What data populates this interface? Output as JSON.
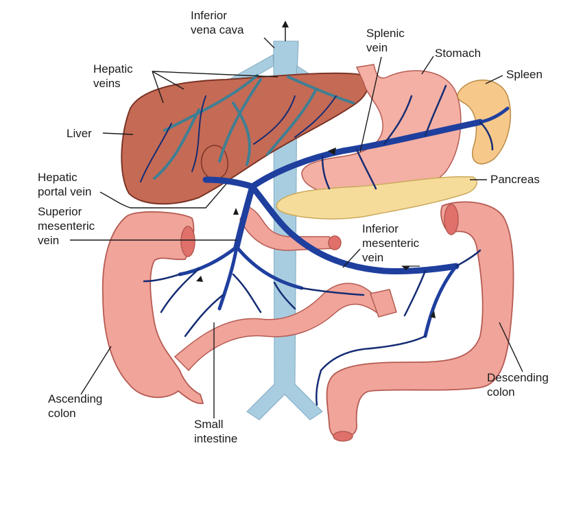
{
  "colors": {
    "portal_vein": "#1f3f9e",
    "portal_vein_dark": "#142c73",
    "vena_cava": "#a9cde0",
    "liver": "#c56a55",
    "liver_edge": "#7a3426",
    "hepatic_vein": "#3f7f93",
    "stomach": "#f4b0a4",
    "intestine": "#f0a49a",
    "intestine_edge": "#b55a52",
    "spleen": "#f6c88a",
    "pancreas": "#f6dc9a",
    "label_text": "#1a1a1a"
  },
  "icons": [
    "up-arrow-icon",
    "flow-arrow-icon"
  ],
  "labels": {
    "inferior_vena_cava": "Inferior\nvena cava",
    "splenic_vein": "Splenic\nvein",
    "stomach": "Stomach",
    "spleen": "Spleen",
    "hepatic_veins": "Hepatic\nveins",
    "liver": "Liver",
    "hepatic_portal_vein": "Hepatic\nportal vein",
    "pancreas": "Pancreas",
    "superior_mesenteric_vein": "Superior\nmesenteric\nvein",
    "inferior_mesenteric_vein": "Inferior\nmesenteric\nvein",
    "descending_colon": "Descending\ncolon",
    "ascending_colon": "Ascending\ncolon",
    "small_intestine": "Small\nintestine"
  }
}
